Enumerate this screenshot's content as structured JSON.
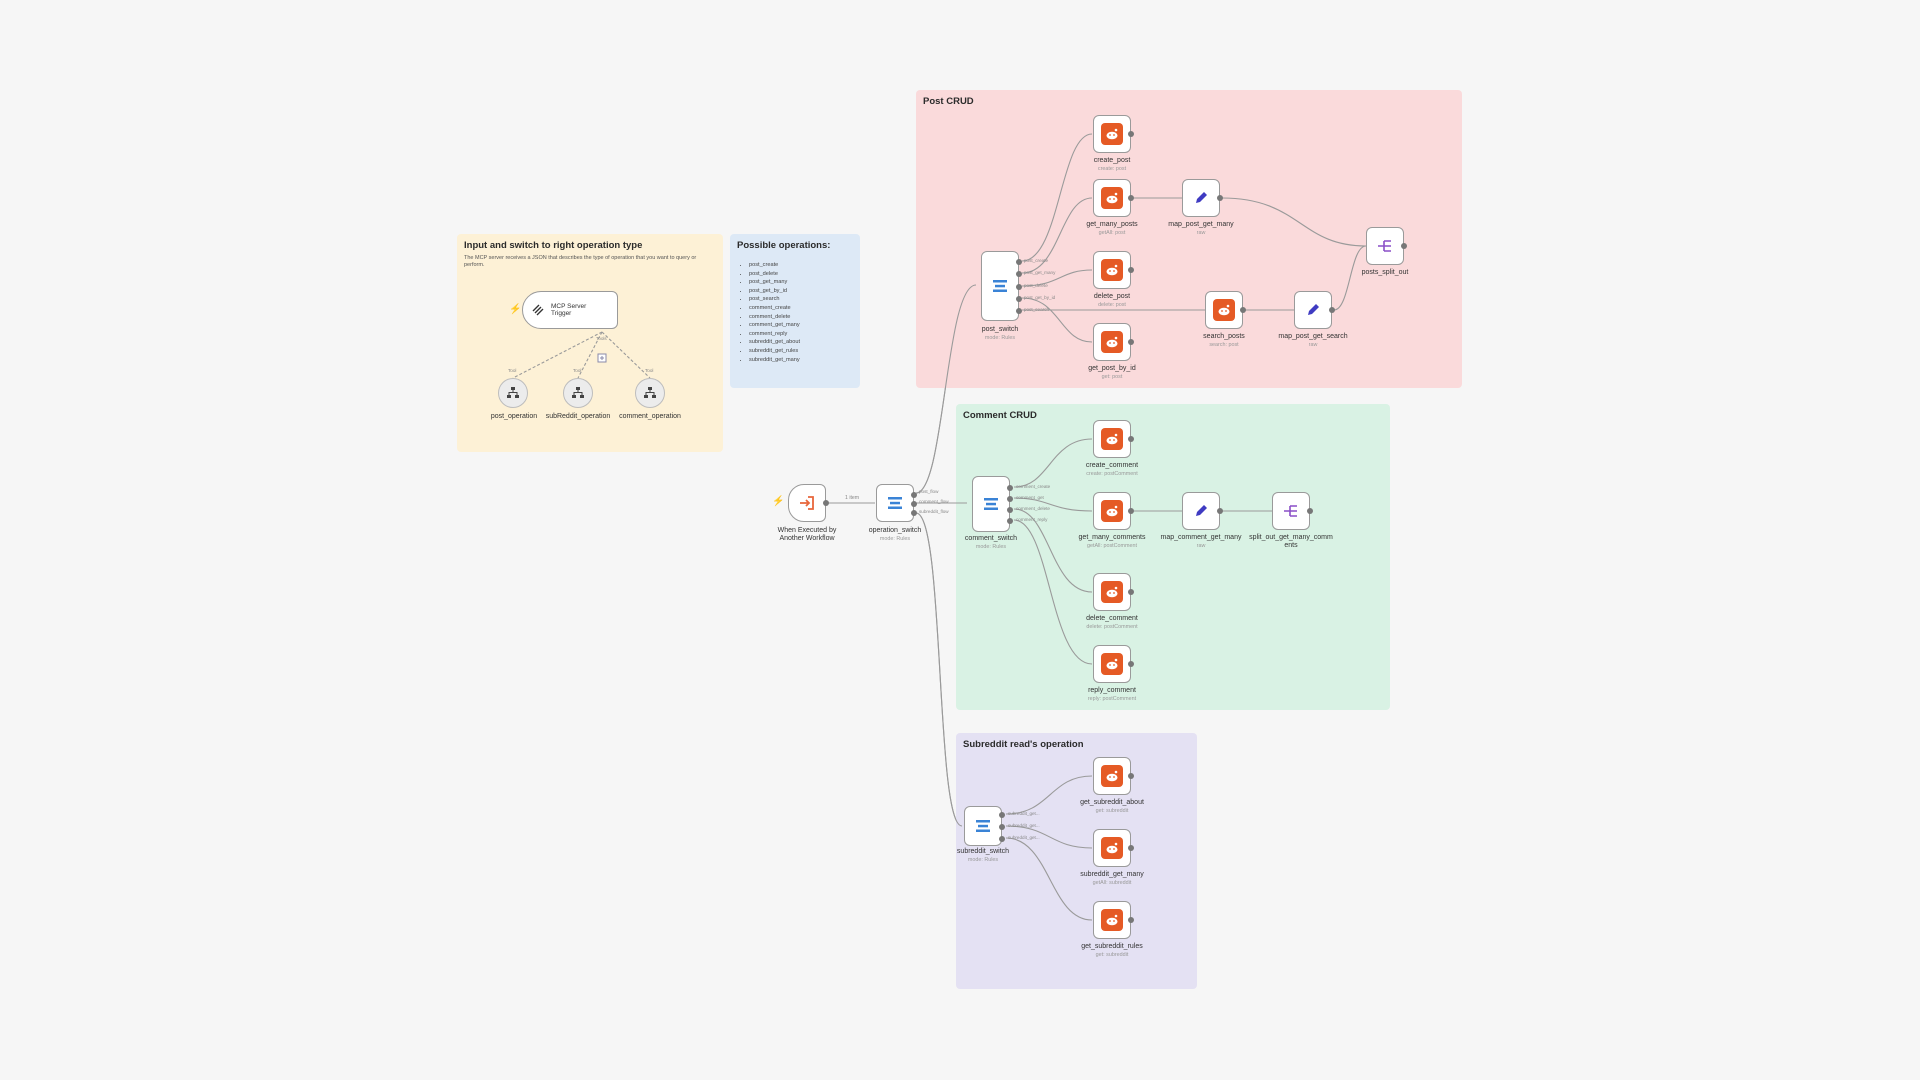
{
  "stickies": {
    "input": {
      "title": "Input and switch to right operation type",
      "body": "The MCP server receives a JSON that describes the type of operation that you want to query or perform."
    },
    "ops": {
      "title": "Possible operations:",
      "items": [
        "post_create",
        "post_delete",
        "post_get_many",
        "post_get_by_id",
        "post_search",
        "comment_create",
        "comment_delete",
        "comment_get_many",
        "comment_reply",
        "subreddit_get_about",
        "subreddit_get_rules",
        "subreddit_get_many"
      ]
    },
    "post": {
      "title": "Post CRUD"
    },
    "comment": {
      "title": "Comment CRUD"
    },
    "subreddit": {
      "title": "Subreddit read's operation"
    }
  },
  "colors": {
    "input_bg": "#fdf1d6",
    "ops_bg": "#dde9f6",
    "post_bg": "#fadadb",
    "comment_bg": "#d9f2e4",
    "subreddit_bg": "#e4e1f3",
    "reddit": "#e55a25",
    "switch": "#3a83d6",
    "pencil": "#3f3bc2",
    "split": "#8a4fc7",
    "trigger": "#e8663b"
  },
  "nodes": {
    "mcp_trigger": {
      "label": "MCP Server Trigger",
      "line1": "MCP Server",
      "line2": "Trigger",
      "icon": "mcp-icon",
      "tool_label": "Tools"
    },
    "post_operation": {
      "label": "post_operation",
      "icon": "sitemap-icon",
      "port": "Tool"
    },
    "subreddit_operation": {
      "label": "subReddit_operation",
      "icon": "sitemap-icon",
      "port": "Tool"
    },
    "comment_operation": {
      "label": "comment_operation",
      "icon": "sitemap-icon",
      "port": "Tool"
    },
    "exec_trigger": {
      "label": "When Executed by Another Workflow",
      "line1": "When Executed by",
      "line2": "Another Workflow",
      "icon": "sign-in-icon"
    },
    "edge_item": "1 item",
    "operation_switch": {
      "label": "operation_switch",
      "sub": "mode: Rules",
      "outputs": [
        "post_flow",
        "comment_flow",
        "subreddit_flow"
      ]
    },
    "post_switch": {
      "label": "post_switch",
      "sub": "mode: Rules",
      "outputs": [
        "post_create",
        "post_get_many",
        "post_delete",
        "post_get_by_id",
        "post_search"
      ]
    },
    "create_post": {
      "label": "create_post",
      "sub": "create: post"
    },
    "get_many_posts": {
      "label": "get_many_posts",
      "sub": "getAll: post"
    },
    "map_post_get_many": {
      "label": "map_post_get_many",
      "sub": "raw"
    },
    "delete_post": {
      "label": "delete_post",
      "sub": "delete: post"
    },
    "search_posts": {
      "label": "search_posts",
      "sub": "search: post"
    },
    "map_post_get_search": {
      "label": "map_post_get_search",
      "sub": "raw"
    },
    "get_post_by_id": {
      "label": "get_post_by_id",
      "sub": "get: post"
    },
    "posts_split_out": {
      "label": "posts_split_out",
      "sub": ""
    },
    "comment_switch": {
      "label": "comment_switch",
      "sub": "mode: Rules",
      "outputs": [
        "comment_create",
        "comment_get",
        "comment_delete",
        "comment_reply"
      ]
    },
    "create_comment": {
      "label": "create_comment",
      "sub": "create: postComment"
    },
    "get_many_comments": {
      "label": "get_many_comments",
      "sub": "getAll: postComment"
    },
    "map_comment_get_many": {
      "label": "map_comment_get_many",
      "sub": "raw"
    },
    "split_out_get_many_comments": {
      "label": "split_out_get_many_comm ents",
      "line1": "split_out_get_many_comm",
      "line2": "ents",
      "sub": ""
    },
    "delete_comment": {
      "label": "delete_comment",
      "sub": "delete: postComment"
    },
    "reply_comment": {
      "label": "reply_comment",
      "sub": "reply: postComment"
    },
    "subreddit_switch": {
      "label": "subreddit_switch",
      "sub": "mode: Rules",
      "outputs": [
        "subreddit_get...",
        "subreddit_get...",
        "subreddit_get..."
      ]
    },
    "get_subreddit_about": {
      "label": "get_subreddit_about",
      "sub": "get: subreddit"
    },
    "subreddit_get_many": {
      "label": "subreddit_get_many",
      "sub": "getAll: subreddit"
    },
    "get_subreddit_rules": {
      "label": "get_subreddit_rules",
      "sub": "get: subreddit"
    }
  }
}
